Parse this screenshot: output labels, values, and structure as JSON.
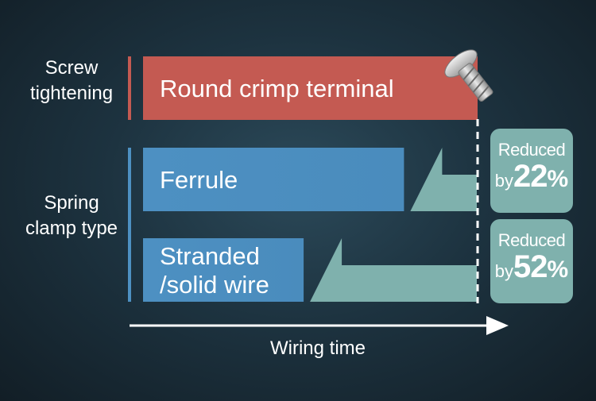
{
  "chart_data": {
    "type": "bar",
    "orientation": "horizontal",
    "xlabel": "Wiring time",
    "groups": [
      {
        "label": "Screw\ntightening",
        "color": "#c45a52"
      },
      {
        "label": "Spring\nclamp type",
        "color": "#4d90c2"
      }
    ],
    "bars": [
      {
        "name": "Round crimp terminal",
        "group": 0,
        "value": 100,
        "color": "#c45a52"
      },
      {
        "name": "Ferrule",
        "group": 1,
        "value": 78,
        "color": "#4d90c2",
        "reduction_pct": 22
      },
      {
        "name": "Stranded\n/solid wire",
        "group": 1,
        "value": 48,
        "color": "#4d90c2",
        "reduction_pct": 52
      }
    ],
    "badges": [
      {
        "line1": "Reduced",
        "line2": "by",
        "value": "22",
        "unit": "%"
      },
      {
        "line1": "Reduced",
        "line2": "by",
        "value": "52",
        "unit": "%"
      }
    ],
    "colors": {
      "screw": "#c45a52",
      "spring": "#4d90c2",
      "reduction": "#7fb1ad",
      "background": "#1d3340"
    },
    "icon": "screw-icon"
  }
}
